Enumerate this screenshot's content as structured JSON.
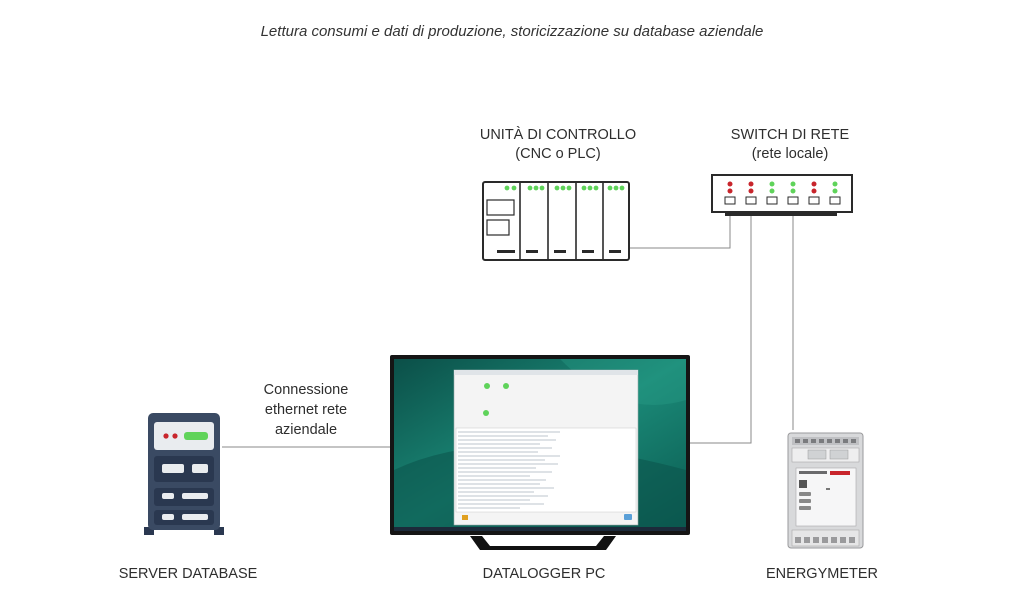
{
  "caption": "Lettura consumi e dati di produzione, storicizzazione su database aziendale",
  "control_unit": {
    "line1": "UNITÀ DI CONTROLLO",
    "line2": "(CNC o PLC)"
  },
  "switch": {
    "line1": "SWITCH DI RETE",
    "line2": "(rete locale)"
  },
  "connection": {
    "line1": "Connessione",
    "line2": "ethernet rete",
    "line3": "aziendale"
  },
  "server": {
    "label": "SERVER DATABASE"
  },
  "datalogger": {
    "label": "DATALOGGER PC"
  },
  "energymeter": {
    "label": "ENERGYMETER"
  },
  "colors": {
    "line": "#8a8a8a",
    "led_red": "#c8252c",
    "led_green": "#5fd35a",
    "server_body": "#3a4a63",
    "server_face": "#2a3850",
    "screen_teal": "#0f6e63",
    "device_gray": "#d8d9db"
  },
  "icons": [
    "control-unit-icon",
    "network-switch-icon",
    "server-icon",
    "monitor-icon",
    "energymeter-icon"
  ]
}
